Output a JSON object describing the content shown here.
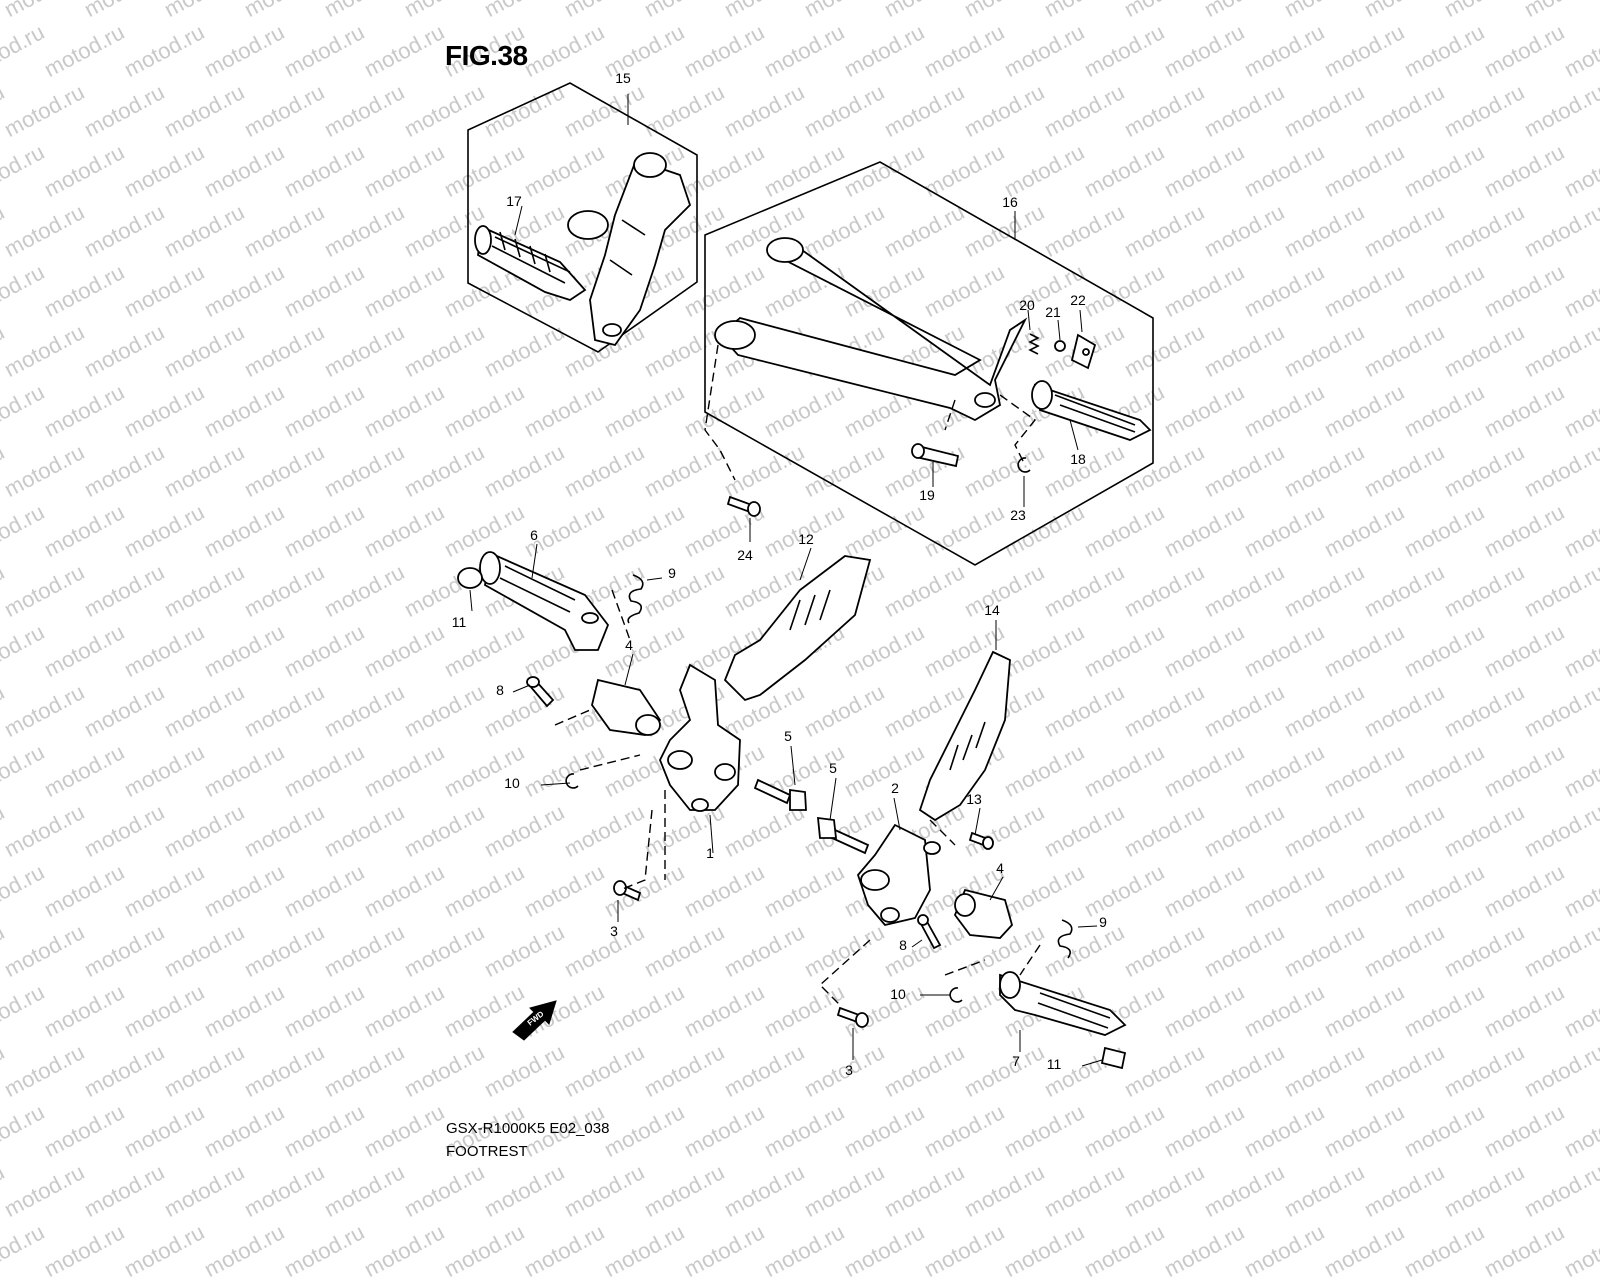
{
  "figure": {
    "title": "FIG.38",
    "model_code": "GSX-R1000K5 E02_038",
    "name": "FOOTREST",
    "watermark": "motod.ru",
    "fwd_label": "FWD"
  },
  "callouts": [
    "1",
    "2",
    "3",
    "3",
    "4",
    "4",
    "5",
    "5",
    "6",
    "7",
    "8",
    "8",
    "9",
    "9",
    "10",
    "10",
    "11",
    "11",
    "12",
    "13",
    "14",
    "15",
    "16",
    "17",
    "18",
    "19",
    "20",
    "21",
    "22",
    "23",
    "24"
  ]
}
